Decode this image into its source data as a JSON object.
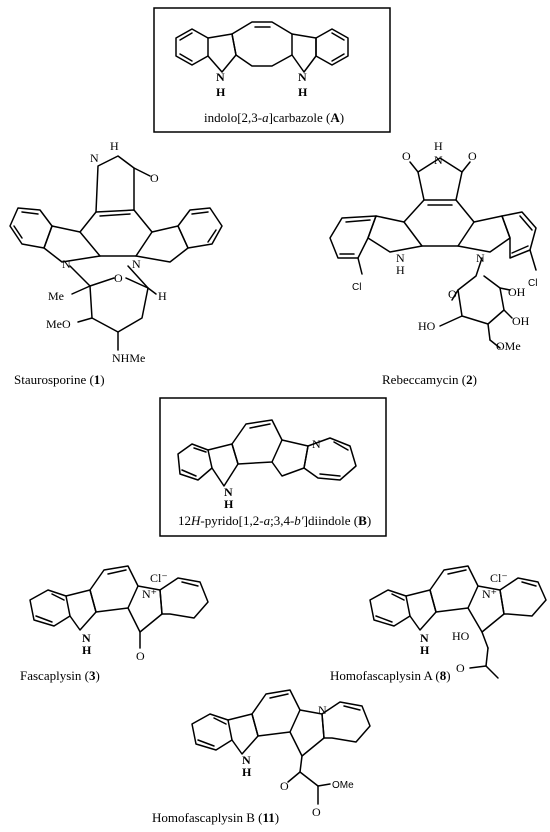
{
  "compounds": {
    "A": {
      "pre": "indolo[2,3-",
      "italic": "a",
      "post": "]carbazole (",
      "bold": "A",
      "end": ")"
    },
    "c1": {
      "pre": "Staurosporine (",
      "bold": "1",
      "end": ")"
    },
    "c2": {
      "pre": "Rebeccamycin (",
      "bold": "2",
      "end": ")"
    },
    "B": {
      "pre": "12",
      "italic1": "H",
      "mid1": "-pyrido[1,2-",
      "italic2": "a",
      "mid2": ";3,4-",
      "italic3": "b′",
      "post": "]diindole (",
      "bold": "B",
      "end": ")"
    },
    "c3": {
      "pre": "Fascaplysin (",
      "bold": "3",
      "end": ")"
    },
    "c8": {
      "pre": "Homofascaplysin A (",
      "bold": "8",
      "end": ")"
    },
    "c11": {
      "pre": "Homofascaplysin B (",
      "bold": "11",
      "end": ")"
    }
  },
  "atoms": {
    "nh": "N",
    "h": "H",
    "n": "N",
    "o": "O",
    "cl": "Cl",
    "me": "Me",
    "meo": "MeO",
    "nhme": "NHMe",
    "oh": "OH",
    "ho": "HO",
    "ome": "OMe",
    "nplus": "N⁺",
    "clminus": "Cl⁻"
  }
}
